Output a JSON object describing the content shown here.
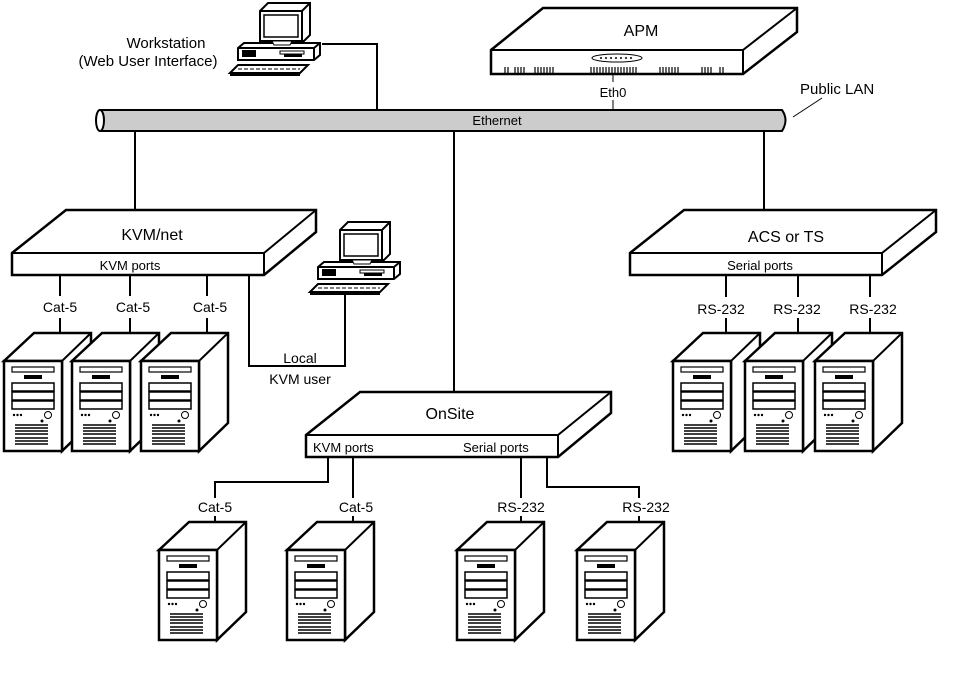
{
  "diagram": {
    "network": {
      "bus_label": "Ethernet",
      "lan_label": "Public LAN",
      "bus_color": "#cccccc"
    },
    "workstation": {
      "label_line1": "Workstation",
      "label_line2": "(Web User Interface)"
    },
    "apm": {
      "title": "APM",
      "port_label": "Eth0"
    },
    "kvmnet": {
      "title": "KVM/net",
      "ports_label": "KVM ports",
      "connections": [
        "Cat-5",
        "Cat-5",
        "Cat-5"
      ],
      "local_user_line1": "Local",
      "local_user_line2": "KVM user"
    },
    "acs": {
      "title": "ACS or TS",
      "ports_label": "Serial ports",
      "connections": [
        "RS-232",
        "RS-232",
        "RS-232"
      ]
    },
    "onsite": {
      "title": "OnSite",
      "kvm_ports_label": "KVM ports",
      "serial_ports_label": "Serial ports",
      "connections": [
        "Cat-5",
        "Cat-5",
        "RS-232",
        "RS-232"
      ]
    }
  }
}
